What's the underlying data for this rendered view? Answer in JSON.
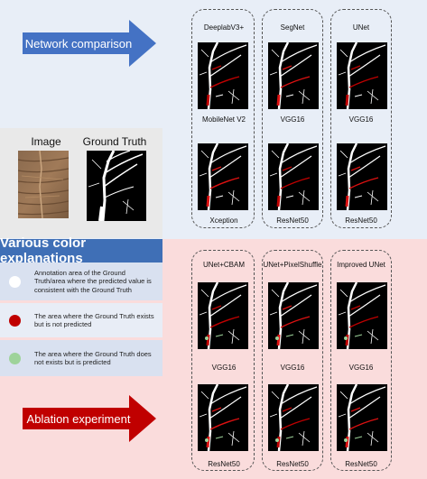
{
  "arrows": {
    "top": {
      "text": "Network comparison",
      "color": "#4472c4"
    },
    "bottom": {
      "text": "Ablation experiment",
      "color": "#c00000"
    }
  },
  "sample": {
    "image_label": "Image",
    "gt_label": "Ground Truth"
  },
  "comparison": {
    "columns": [
      {
        "top": "DeeplabV3+",
        "mid": "MobileNet V2",
        "bottom": "Xception"
      },
      {
        "top": "SegNet",
        "mid": "VGG16",
        "bottom": "ResNet50"
      },
      {
        "top": "UNet",
        "mid": "VGG16",
        "bottom": "ResNet50"
      }
    ]
  },
  "ablation": {
    "columns": [
      {
        "top": "UNet+CBAM",
        "mid": "VGG16",
        "bottom": "ResNet50"
      },
      {
        "top": "UNet+PixelShuffle",
        "mid": "VGG16",
        "bottom": "ResNet50"
      },
      {
        "top": "Improved UNet",
        "mid": "VGG16",
        "bottom": "ResNet50"
      }
    ]
  },
  "legend": {
    "title": "Various color explanations",
    "items": [
      {
        "color": "#ffffff",
        "text": "Annotation area of the Ground Truth/area where the predicted value is consistent with the Ground Truth"
      },
      {
        "color": "#c00000",
        "text": "The area where the Ground Truth exists but is not predicted"
      },
      {
        "color": "#9ed39a",
        "text": "The area where the Ground Truth does not exists but is predicted"
      }
    ]
  }
}
